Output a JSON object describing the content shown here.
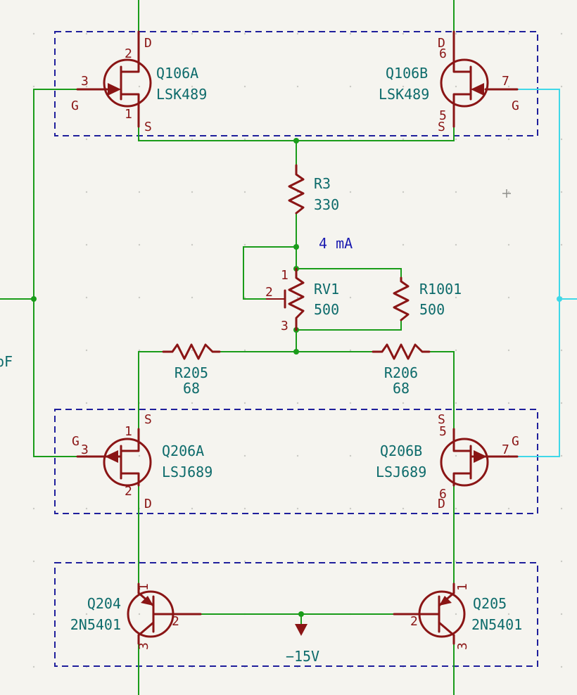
{
  "colors": {
    "background": "#f5f4ef",
    "wire": "#1a9c1a",
    "wire_alt": "#3fd8e8",
    "symbol": "#8a1515",
    "reference_text": "#0d6b6b",
    "group_box": "#1f1f9c",
    "net_label": "#1a1ab0"
  },
  "left_edge_text": "pF",
  "annotations": {
    "current_label": "4 mA"
  },
  "power": {
    "label": "−15V"
  },
  "components": {
    "Q106A": {
      "ref": "Q106A",
      "value": "LSK489",
      "pins": {
        "drain": "2",
        "gate": "3",
        "source": "1"
      },
      "pin_names": {
        "drain": "D",
        "gate": "G",
        "source": "S"
      }
    },
    "Q106B": {
      "ref": "Q106B",
      "value": "LSK489",
      "pins": {
        "drain": "6",
        "gate": "7",
        "source": "5"
      },
      "pin_names": {
        "drain": "D",
        "gate": "G",
        "source": "S"
      }
    },
    "Q206A": {
      "ref": "Q206A",
      "value": "LSJ689",
      "pins": {
        "drain": "2",
        "gate": "3",
        "source": "1"
      },
      "pin_names": {
        "drain": "D",
        "gate": "G",
        "source": "S"
      }
    },
    "Q206B": {
      "ref": "Q206B",
      "value": "LSJ689",
      "pins": {
        "drain": "6",
        "gate": "7",
        "source": "5"
      },
      "pin_names": {
        "drain": "D",
        "gate": "G",
        "source": "S"
      }
    },
    "R3": {
      "ref": "R3",
      "value": "330"
    },
    "RV1": {
      "ref": "RV1",
      "value": "500",
      "pins": {
        "top": "1",
        "wiper": "2",
        "bottom": "3"
      }
    },
    "R1001": {
      "ref": "R1001",
      "value": "500"
    },
    "R205": {
      "ref": "R205",
      "value": "68"
    },
    "R206": {
      "ref": "R206",
      "value": "68"
    },
    "Q204": {
      "ref": "Q204",
      "value": "2N5401",
      "pins": {
        "top": "1",
        "base": "2",
        "bottom": "3"
      }
    },
    "Q205": {
      "ref": "Q205",
      "value": "2N5401",
      "pins": {
        "top": "1",
        "base": "2",
        "bottom": "3"
      }
    }
  }
}
